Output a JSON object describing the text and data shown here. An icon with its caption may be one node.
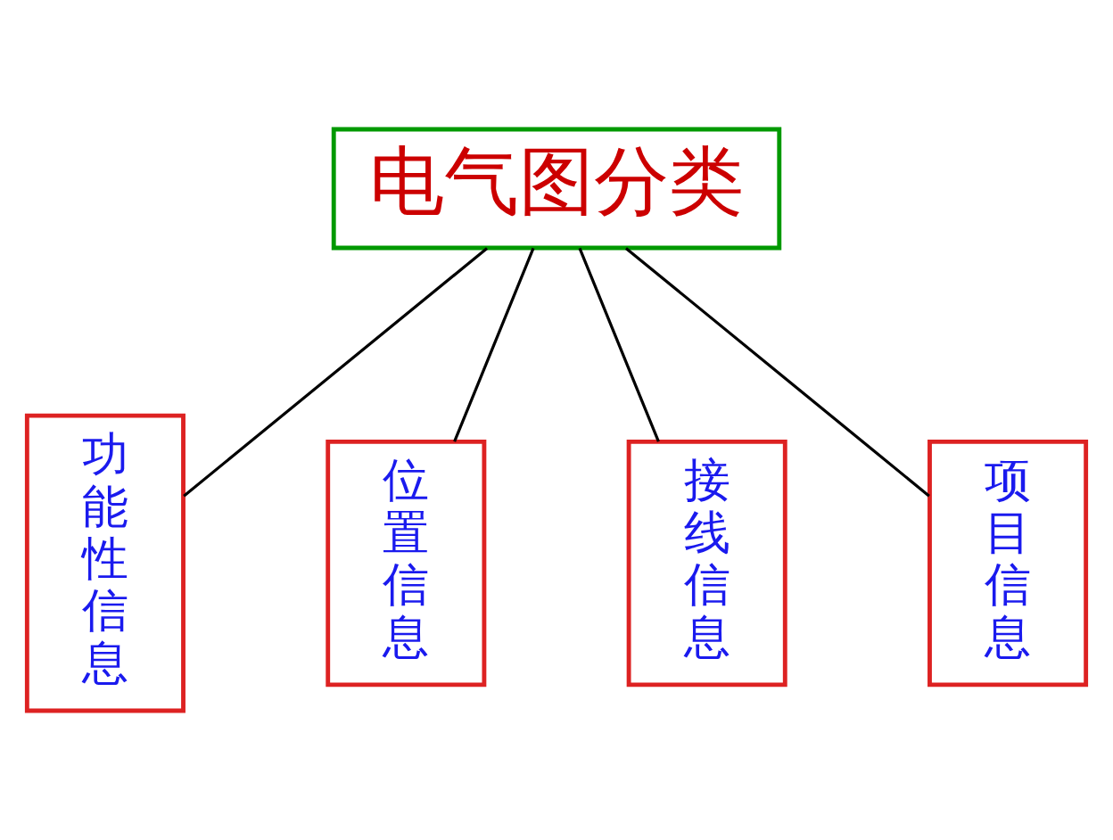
{
  "diagram": {
    "nodes": [
      {
        "text": [
          "电气图分类"
        ]
      },
      {
        "text": [
          "功能性信息"
        ]
      },
      {
        "text": [
          "位置信息"
        ]
      },
      {
        "text": [
          "接线信息"
        ]
      },
      {
        "text": [
          "项目信息"
        ]
      }
    ],
    "edges": [
      {
        "from": 0,
        "to": 1,
        "arrow": "none"
      },
      {
        "from": 0,
        "to": 2,
        "arrow": "none"
      },
      {
        "from": 0,
        "to": 3,
        "arrow": "none"
      },
      {
        "from": 0,
        "to": 4,
        "arrow": "none"
      }
    ]
  }
}
